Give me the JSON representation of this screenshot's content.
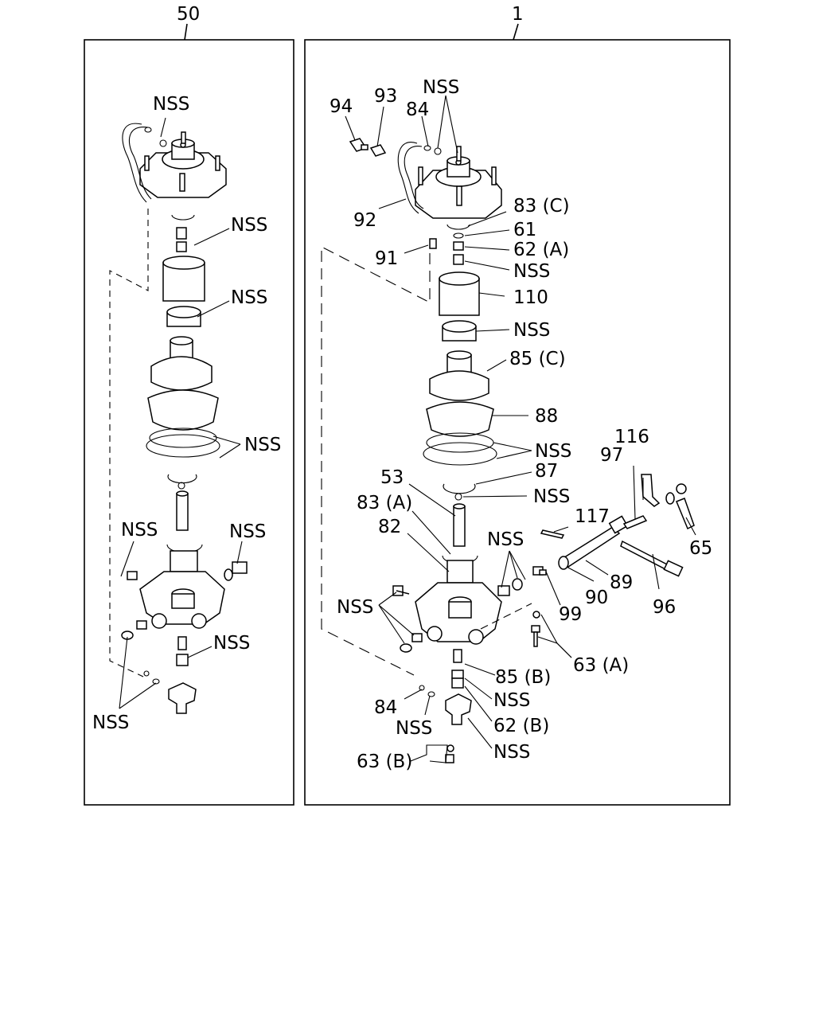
{
  "panels": {
    "left_number": "50",
    "right_number": "1"
  },
  "left_labels": {
    "l1": "NSS",
    "l2": "NSS",
    "l3": "NSS",
    "l4": "NSS",
    "l5": "NSS",
    "l6": "NSS",
    "l7": "NSS",
    "l8": "NSS"
  },
  "right_labels": {
    "r94": "94",
    "r93": "93",
    "r84a": "84",
    "r_nss_top": "NSS",
    "r92": "92",
    "r83c": "83 (C)",
    "r61": "61",
    "r62a": "62 (A)",
    "r91": "91",
    "r_nss_a": "NSS",
    "r110": "110",
    "r_nss_b": "NSS",
    "r85c": "85 (C)",
    "r88": "88",
    "r_nss_c": "NSS",
    "r87": "87",
    "r116": "116",
    "r97": "97",
    "r53": "53",
    "r_nss_d": "NSS",
    "r83a": "83 (A)",
    "r82": "82",
    "r117": "117",
    "r65": "65",
    "r_nss_e": "NSS",
    "r89": "89",
    "r90": "90",
    "r99": "99",
    "r96": "96",
    "r_nss_f": "NSS",
    "r63a": "63 (A)",
    "r85b": "85 (B)",
    "r_nss_g": "NSS",
    "r84b": "84",
    "r_nss_h": "NSS",
    "r62b": "62 (B)",
    "r_nss_i": "NSS",
    "r63b": "63 (B)"
  }
}
